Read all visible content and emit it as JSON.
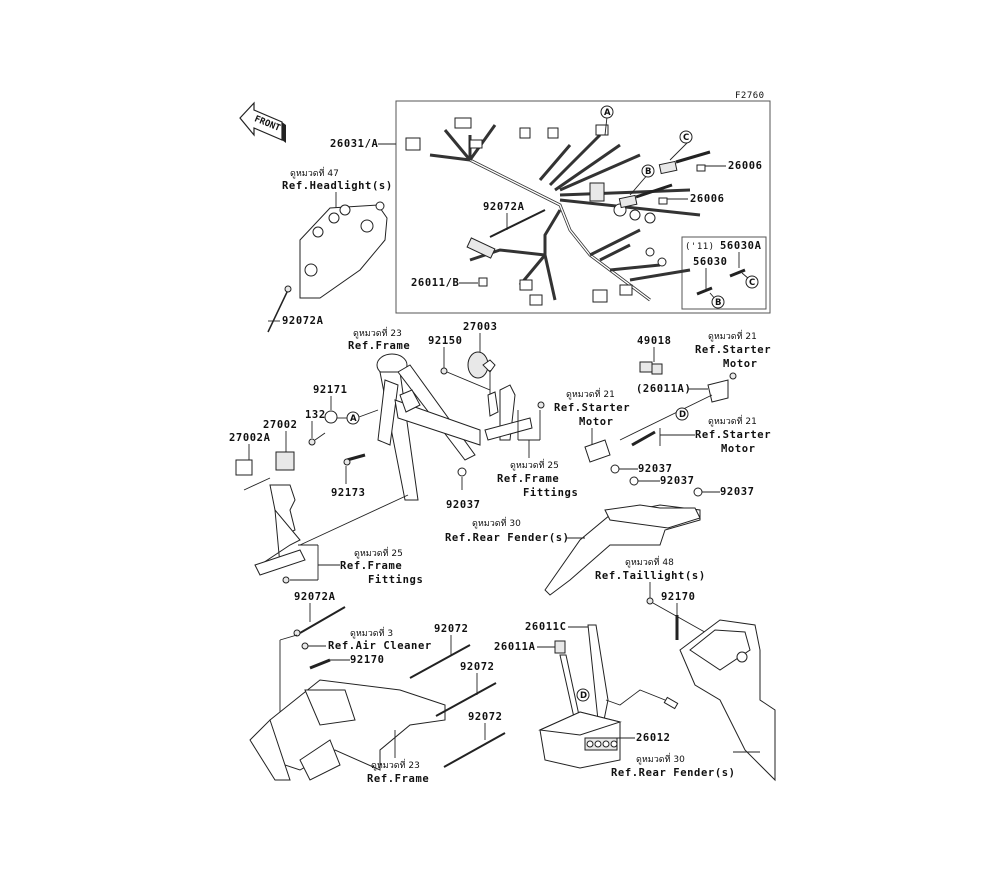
{
  "figure_code": "F2760",
  "front_indicator": "FRONT",
  "group_labels": {
    "ref_headlight_thai": "ดูหมวดที่ 47",
    "ref_headlight": "Ref.Headlight(s)",
    "ref_frame_top_thai": "ดูหมวดที่ 23",
    "ref_frame_top": "Ref.Frame",
    "ref_starter1_thai": "ดูหมวดที่ 21",
    "ref_starter1_a": "Ref.Starter",
    "ref_starter1_b": "Motor",
    "ref_starter2_thai": "ดูหมวดที่ 21",
    "ref_starter2_a": "Ref.Starter",
    "ref_starter2_b": "Motor",
    "ref_starter3_thai": "ดูหมวดที่ 21",
    "ref_starter3_a": "Ref.Starter",
    "ref_starter3_b": "Motor",
    "ref_fittings1_thai": "ดูหมวดที่ 25",
    "ref_fittings1_a": "Ref.Frame",
    "ref_fittings1_b": "Fittings",
    "ref_fittings2_thai": "ดูหมวดที่ 25",
    "ref_fittings2_a": "Ref.Frame",
    "ref_fittings2_b": "Fittings",
    "ref_fender1_thai": "ดูหมวดที่ 30",
    "ref_fender1": "Ref.Rear Fender(s)",
    "ref_taillight_thai": "ดูหมวดที่ 48",
    "ref_taillight": "Ref.Taillight(s)",
    "ref_aircleaner_thai": "ดูหมวดที่ 3",
    "ref_aircleaner": "Ref.Air Cleaner",
    "ref_frame_bottom_thai": "ดูหมวดที่ 23",
    "ref_frame_bottom": "Ref.Frame",
    "ref_fender2_thai": "ดูหมวดที่ 30",
    "ref_fender2": "Ref.Rear Fender(s)"
  },
  "inset": {
    "year": "('11)",
    "part_a": "56030A",
    "part_b": "56030"
  },
  "callouts": {
    "A": "A",
    "B": "B",
    "C": "C",
    "D": "D"
  },
  "part_numbers": {
    "harness": "26031/A",
    "lead_b": "26011/B",
    "tie_harness": "92072A",
    "connector_c": "26006",
    "connector_b": "26006",
    "tie_headlight": "92072A",
    "horn": "27003",
    "bolt_horn": "92150",
    "clamp": "92171",
    "bolt_132": "132",
    "relay_27002": "27002",
    "relay_27002a": "27002A",
    "bolt_92173": "92173",
    "clamp_92037_left": "92037",
    "relay_49018": "49018",
    "lead_26011a_paren": "(26011A)",
    "clamp_92037_a": "92037",
    "clamp_92037_b": "92037",
    "clamp_92037_c": "92037",
    "tie_frame": "92072A",
    "bolt_92170_left": "92170",
    "tie_92072_1": "92072",
    "tie_92072_2": "92072",
    "tie_92072_3": "92072",
    "lead_26011c": "26011C",
    "lead_26011a": "26011A",
    "battery": "26012",
    "bolt_92170_right": "92170"
  }
}
